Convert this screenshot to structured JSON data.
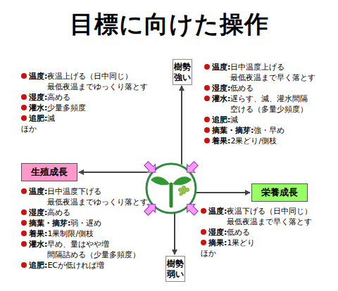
{
  "diagram": {
    "title": "目標に向けた操作",
    "nodes": [
      {
        "text": [
          "樹勢 強い"
        ]
      },
      {
        "text": [
          "生殖成長"
        ]
      },
      {
        "text": [
          "栄養成長"
        ]
      },
      {
        "text": [
          "樹勢 弱い"
        ]
      }
    ],
    "labels": [
      "温度:",
      "夜温上げる（日中同じ） 最低夜温までゆっくり落とす",
      "湿度:",
      "高める",
      "灌水:",
      "少量多頻度",
      "追肥:",
      "減",
      "ほか",
      "温度:",
      "日中温度上げる 最低夜温まで早く落とす",
      "湿度:",
      "低める",
      "灌水:",
      "遅らす、減、灌水間隔 空ける（多量少頻度）",
      "追肥:",
      "減",
      "摘葉・摘芽:",
      "強・早め",
      "着果:",
      "2果どり/側枝",
      "温度:",
      "日中温度下げる 最低夜温までゆっくり落とす",
      "湿度:",
      "高める",
      "摘葉・摘芽:",
      "弱・遅め",
      "着果:",
      "1果制限/側枝",
      "灌水:",
      "早め、量はやや増 間隔詰める（少量多頻度）",
      "追肥:",
      "ECが低ければ増",
      "温度:",
      "夜温下げる（日中同じ） 最低夜温まで早く落とす",
      "湿度:",
      "低める",
      "摘果:",
      "1果どり",
      "ほか"
    ]
  }
}
